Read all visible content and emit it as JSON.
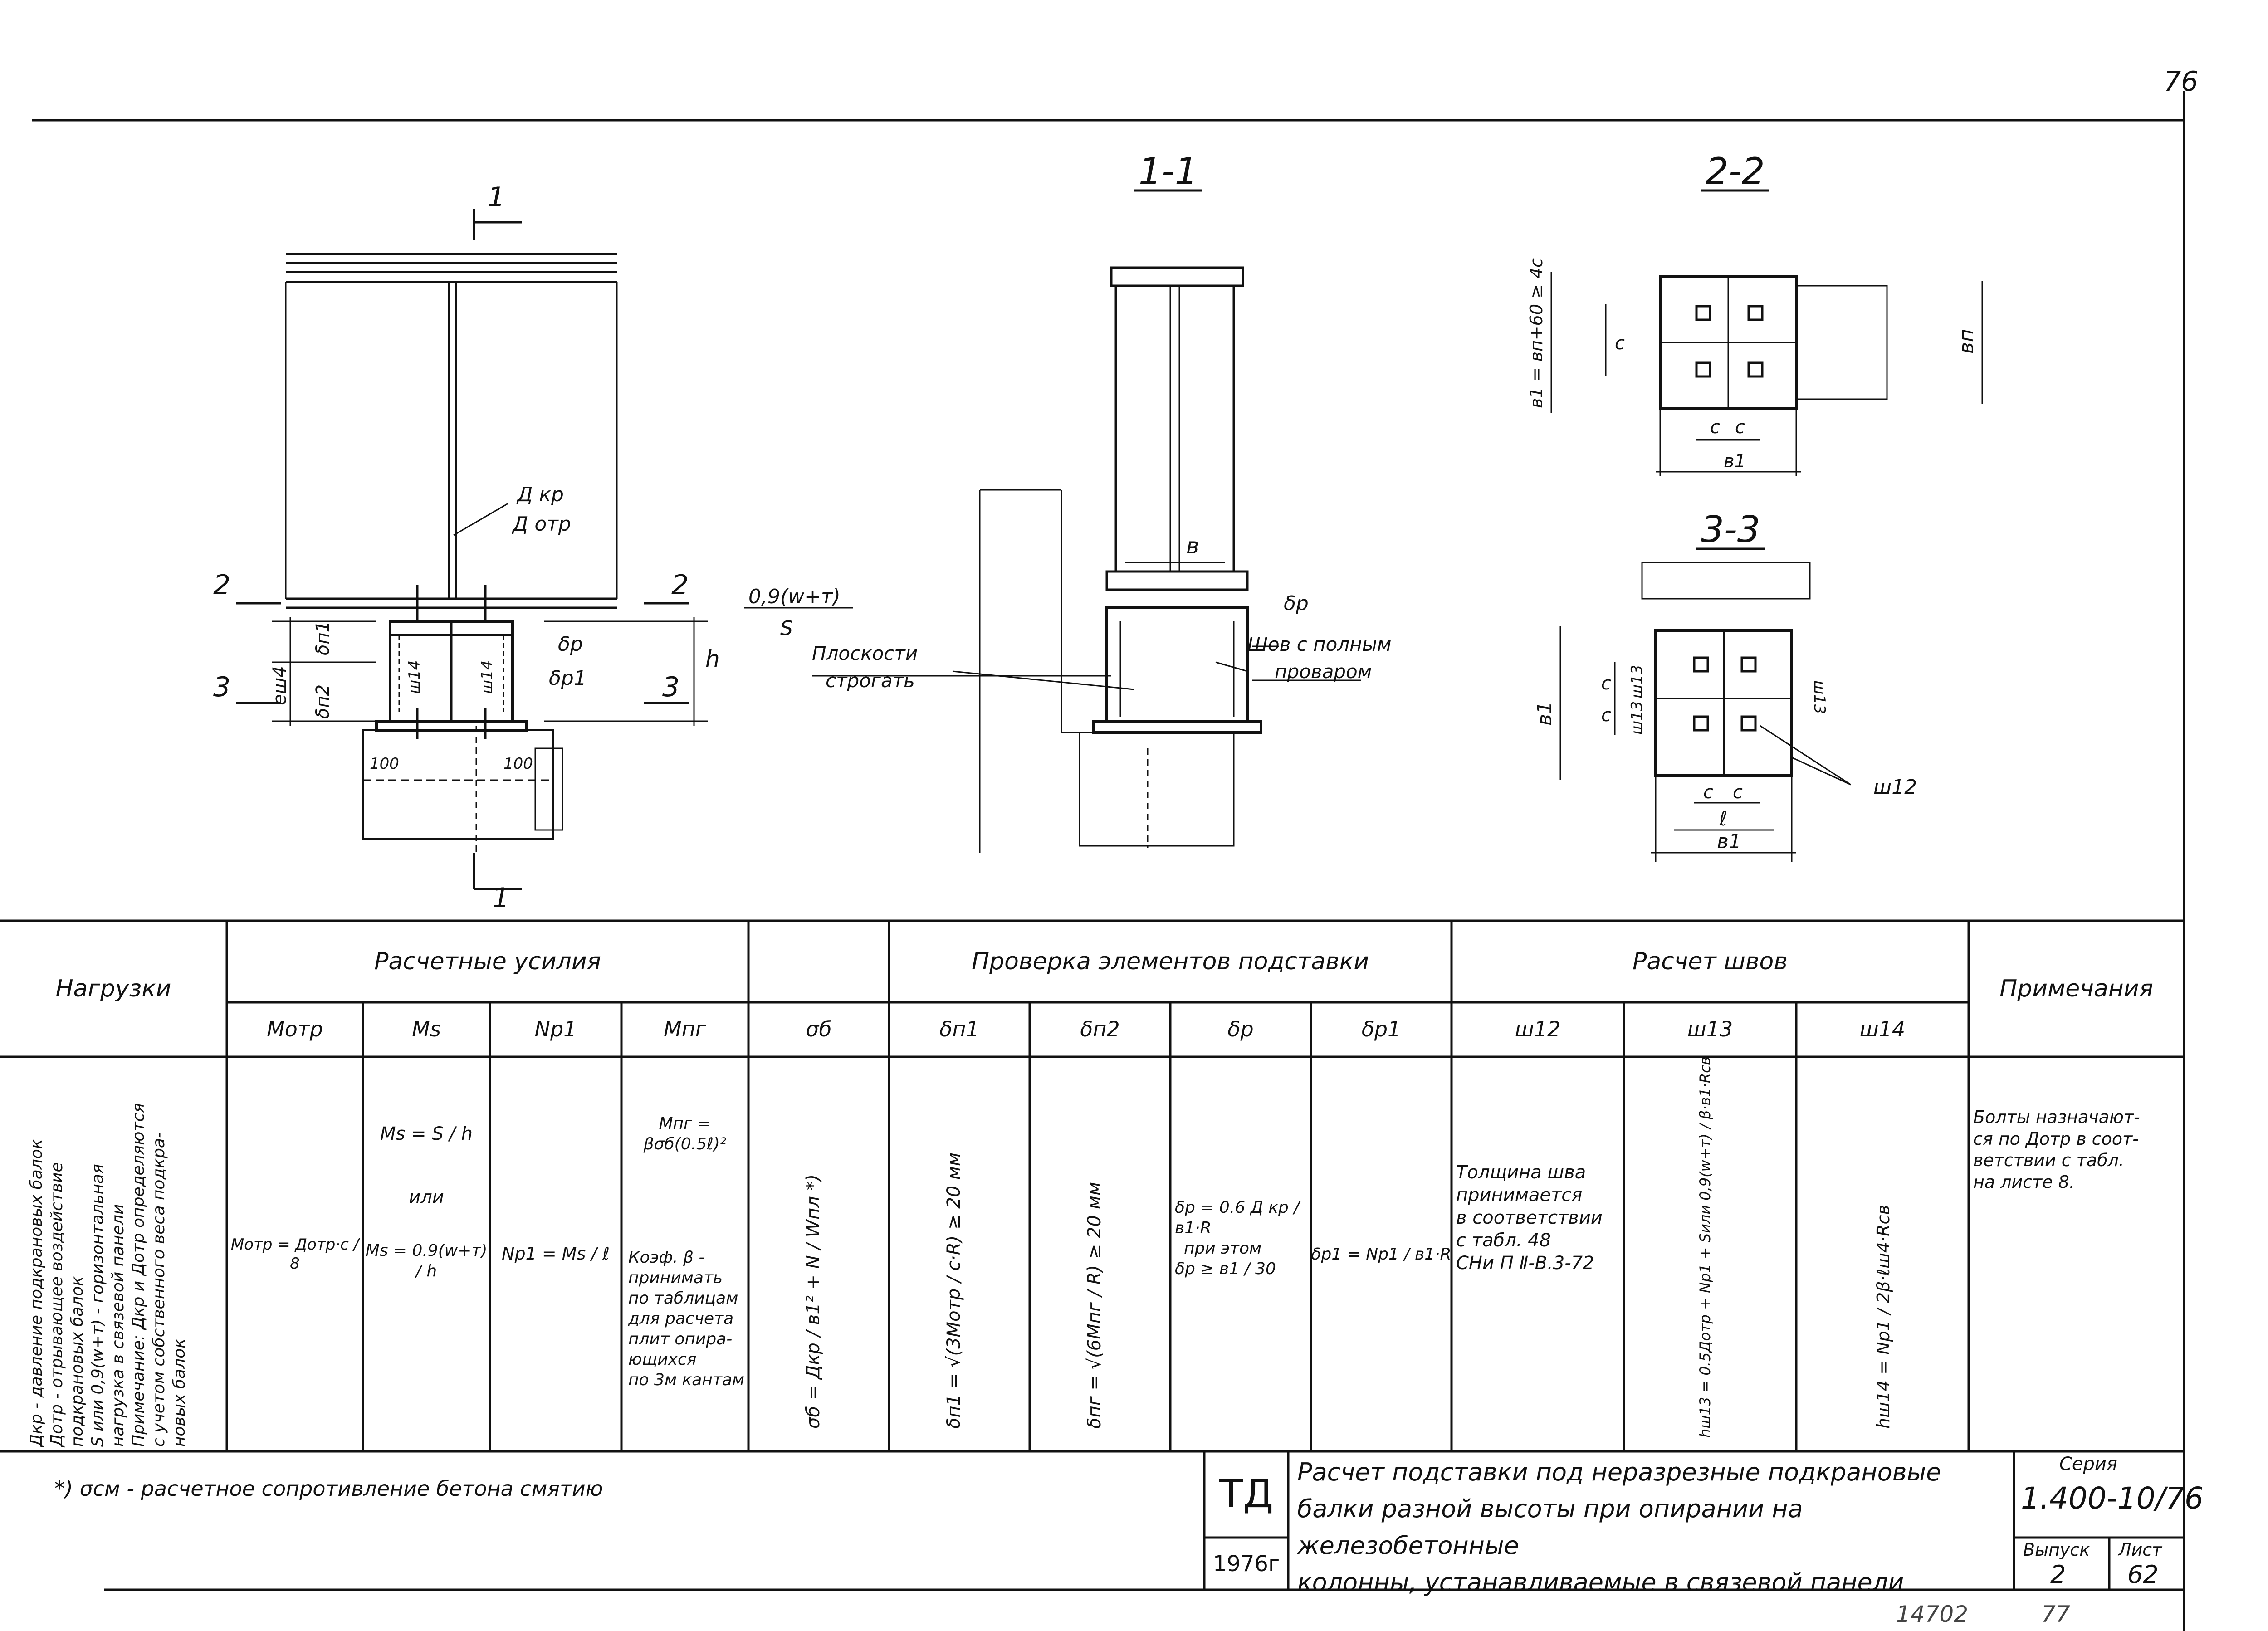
{
  "sheet": {
    "page_number": "76",
    "stamp_number": "14702",
    "stamp_extra": "77"
  },
  "views": {
    "section_1_1": "1-1",
    "section_2_2": "2-2",
    "section_3_3": "3-3",
    "cut_mark_1": "1",
    "cut_mark_2": "2",
    "cut_mark_3": "3"
  },
  "labels": {
    "d_kr": "Д кр",
    "d_otr": "Д отр",
    "delta_p1": "δп1",
    "delta_p2": "δп2",
    "delta_p": "δр",
    "delta_p1r": "δр1",
    "e_sh4": "еш4",
    "h": "h",
    "sh4": "ш14",
    "dim_100_a": "100",
    "dim_100_b": "100",
    "b": "в",
    "force_top": "0,9(w+т)",
    "force_bottom": "S",
    "planes_1": "Плоскости",
    "planes_2": "строгать",
    "weld_1": "Шов с полным",
    "weld_2": "проваром",
    "b1_formula": "в1 = вп+60 ≥ 4с",
    "bn": "вп",
    "c": "с",
    "b1": "в1",
    "l": "ℓ",
    "sh3": "ш13",
    "sh2": "ш12"
  },
  "table": {
    "col_loads": "Нагрузки",
    "grp_forces": "Расчетные усилия",
    "grp_check": "Проверка элементов подставки",
    "grp_welds": "Расчет швов",
    "col_notes": "Примечания",
    "sub": [
      "Мотр",
      "Мs",
      "Nр1",
      "Мпг",
      "σб",
      "δп1",
      "δп2",
      "δр",
      "δр1",
      "ш12",
      "ш13",
      "ш14"
    ],
    "loads_text": [
      "Дкр - давление подкрановых балок",
      "Дотр - отрывающее воздействие",
      "подкрановых балок",
      "S или 0,9(w+т) - горизонтальная",
      "нагрузка в связевой панели",
      "Примечание: Дкр и Дотр определяются",
      "с учетом собственного веса подкра-",
      "новых балок"
    ],
    "f_motr": "Мотр = Дотр·с / 8",
    "f_ms_1": "Мs = S / h",
    "f_ms_or": "или",
    "f_ms_2": "Мs = 0.9(w+т) / h",
    "f_np1": "Nр1 = Мs / ℓ",
    "f_mpg": "Мпг = βσб(0.5ℓ)²",
    "mpg_note": [
      "Коэф. β -",
      "принимать",
      "по таблицам",
      "для расчета",
      "плит опира-",
      "ющихся",
      "по 3м кантам"
    ],
    "f_sigma": "σб = Дкр / в1² + N / Wпл *)",
    "f_dp1": "δп1 = √(3Мотр / с·R) ≥ 20 мм",
    "f_dp2": "δпг = √(6Мпг / R) ≥ 20 мм",
    "f_dr_1": "δр = 0.6 Д кр / в1·R",
    "f_dr_2": "при этом",
    "f_dr_3": "δр ≥ в1 / 30",
    "f_dr1": "δр1 = Nр1 / в1·R",
    "weld_note": [
      "Толщина шва",
      "принимается",
      "в соответствии",
      "с табл. 48",
      "СНи П Ⅱ-В.3-72"
    ],
    "f_sh3": "hш13 = 0.5Дотр + Nр1 + Sили 0,9(w+т) / β·в1·Rсв",
    "f_sh4": "hш14 = Nр1 / 2β·ℓш4·Rсв",
    "notes_text": [
      "Болты назначают-",
      "ся по Дотр в соот-",
      "ветствии с табл.",
      "на листе 8."
    ]
  },
  "footnote": "*) σсм - расчетное сопротивление бетона смятию",
  "title_block": {
    "org": "ТД",
    "year": "1976г",
    "title_lines": [
      "Расчет подставки под неразрезные подкрановые",
      "балки разной высоты при опирании на железобетонные",
      "колонны, устанавливаемые в связевой панели"
    ],
    "series_label": "Серия",
    "series_value": "1.400-10/76",
    "issue_label": "Выпуск",
    "issue_value": "2",
    "sheet_label": "Лист",
    "sheet_value": "62"
  }
}
